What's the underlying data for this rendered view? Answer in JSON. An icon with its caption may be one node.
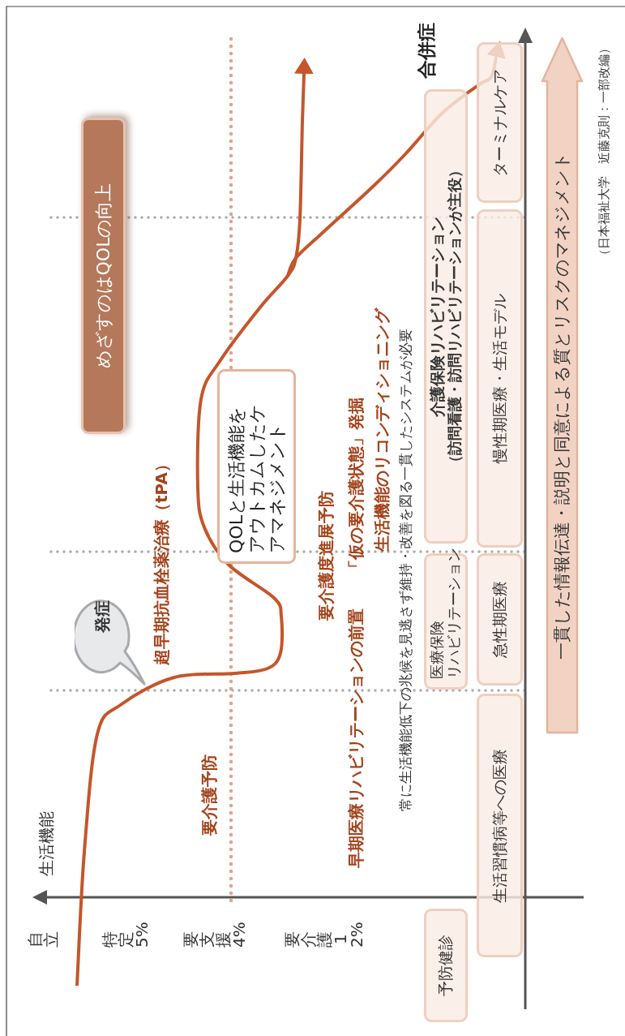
{
  "diagram": {
    "nodes": [
      {
        "text": [
          "めざすのはQOLの向上"
        ]
      },
      {
        "text": [
          "発症"
        ]
      },
      {
        "text": [
          "QOLと生活機能をアウトカムしたケアマネジメント"
        ]
      },
      {
        "text": [
          "予防健診"
        ]
      },
      {
        "text": [
          "医療保険",
          "リハビリテーション"
        ]
      },
      {
        "text": [
          "介護保険リハビリテーション",
          "（訪問看護・訪問リハビリテーションが主役）"
        ]
      },
      {
        "text": [
          "生活習慣病等への医療"
        ]
      },
      {
        "text": [
          "急性期医療"
        ]
      },
      {
        "text": [
          "慢性期医療・生活モデル"
        ]
      },
      {
        "text": [
          "ターミナルケア"
        ]
      },
      {
        "text": [
          "一貫した情報伝達・説明と同意による質とリスクのマネジメント"
        ]
      }
    ],
    "edges": [],
    "labels": [
      "生活機能",
      "自立",
      "特定5%",
      "要支援4%",
      "要介護12%",
      "超早期抗血栓薬治療（tPA）",
      "要介護予防",
      "要介護度進展予防",
      "早期医療リハビリテーションの前置",
      "「仮の要介護状態」発掘",
      "生活機能のリコンディショニング",
      "常に生活機能低下の兆候を見逃さず維持・改善を図る一貫したシステムが必要",
      "合併症",
      "（日本福祉大学　近藤克則：一部改編）"
    ]
  }
}
